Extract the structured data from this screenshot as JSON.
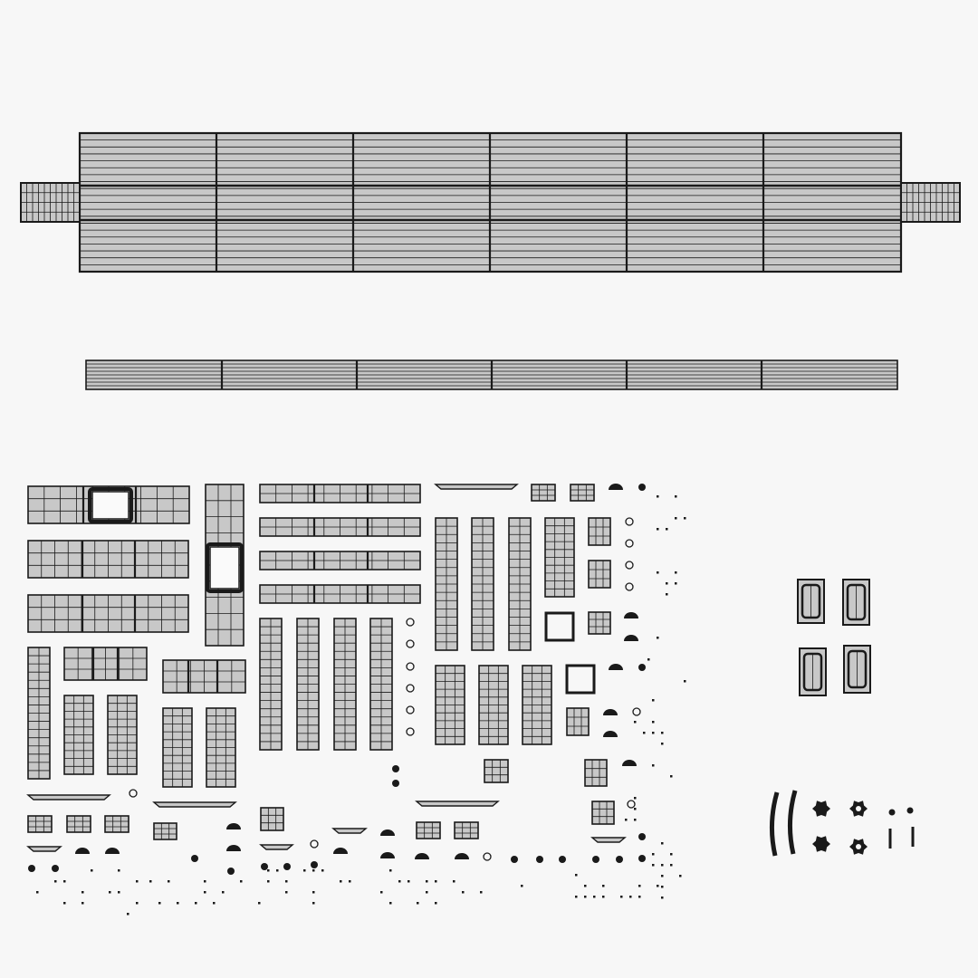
{
  "colors": {
    "background": "#f7f7f7",
    "panel_fill": "#c8c8c8",
    "wire": "#1a1a1a"
  },
  "groups": [
    "main-beam",
    "flat-bar",
    "parts-atlas",
    "bracket-cluster",
    "hardware-cluster"
  ]
}
